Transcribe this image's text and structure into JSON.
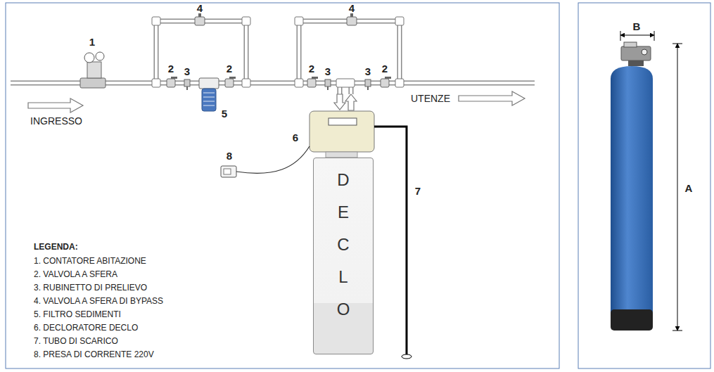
{
  "diagram": {
    "nodes": [
      {
        "text": [
          "D E C L O"
        ]
      }
    ],
    "labels": [
      "1",
      "4",
      "4",
      "2",
      "3",
      "2",
      "2",
      "3",
      "3",
      "2",
      "INGRESSO",
      "5",
      "UTENZE",
      "6",
      "8",
      "7",
      "LEGENDA:",
      "B",
      "A"
    ],
    "legend": [
      {
        "text": "1. CONTATORE ABITAZIONE"
      },
      {
        "text": "2. VALVOLA A SFERA"
      },
      {
        "text": "3. RUBINETTO DI PRELIEVO"
      },
      {
        "text": "4. VALVOLA A SFERA DI BYPASS"
      },
      {
        "text": "5. FILTRO SEDIMENTI"
      },
      {
        "text": "6. DECLORATORE DECLO"
      },
      {
        "text": "7. TUBO DI SCARICO"
      },
      {
        "text": "8. PRESA DI CORRENTE 220V"
      }
    ]
  }
}
